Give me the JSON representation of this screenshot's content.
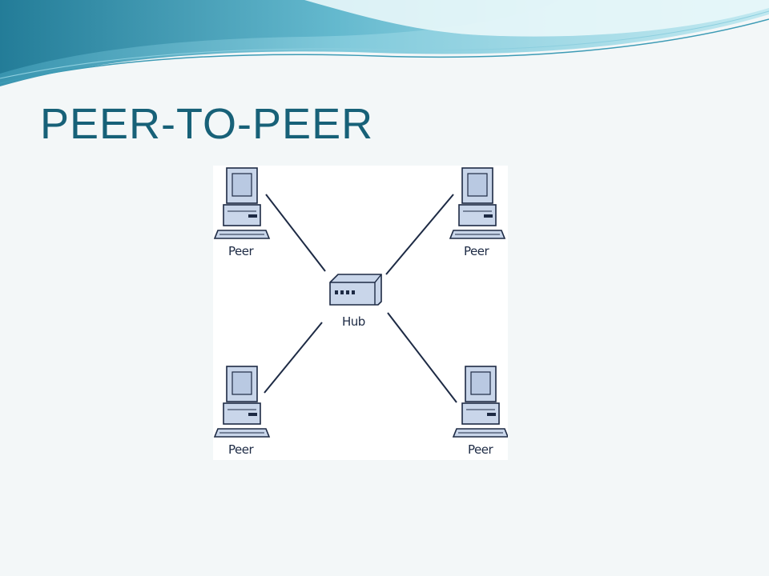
{
  "slide": {
    "title": "PEER-TO-PEER"
  },
  "diagram": {
    "hub": {
      "label": "Hub",
      "icon": "network-hub-icon"
    },
    "peers": [
      {
        "label": "Peer",
        "icon": "desktop-computer-icon"
      },
      {
        "label": "Peer",
        "icon": "desktop-computer-icon"
      },
      {
        "label": "Peer",
        "icon": "desktop-computer-icon"
      },
      {
        "label": "Peer",
        "icon": "desktop-computer-icon"
      }
    ],
    "colors": {
      "title": "#176178",
      "device_fill": "#c9d6ea",
      "device_stroke": "#1d2a44",
      "link": "#1d2a44",
      "wave_light": "#bfe6ee",
      "wave_dark": "#4aa7c0"
    }
  }
}
